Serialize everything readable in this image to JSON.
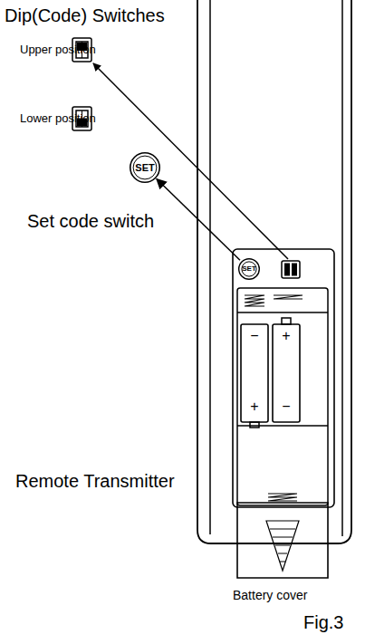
{
  "diagram": {
    "caption": "Fig.3",
    "nodes": [
      {
        "text": [
          "SET"
        ]
      },
      {
        "text": [
          "SET"
        ]
      }
    ],
    "edges": [
      {
        "from": 1,
        "to": 0,
        "arrow": "to"
      }
    ],
    "labels": [
      "Dip(Code) Switches",
      "Upper position",
      "Lower position",
      "Set code switch",
      "Remote Transmitter",
      "Battery cover",
      "−",
      "+",
      "+",
      "−"
    ]
  }
}
